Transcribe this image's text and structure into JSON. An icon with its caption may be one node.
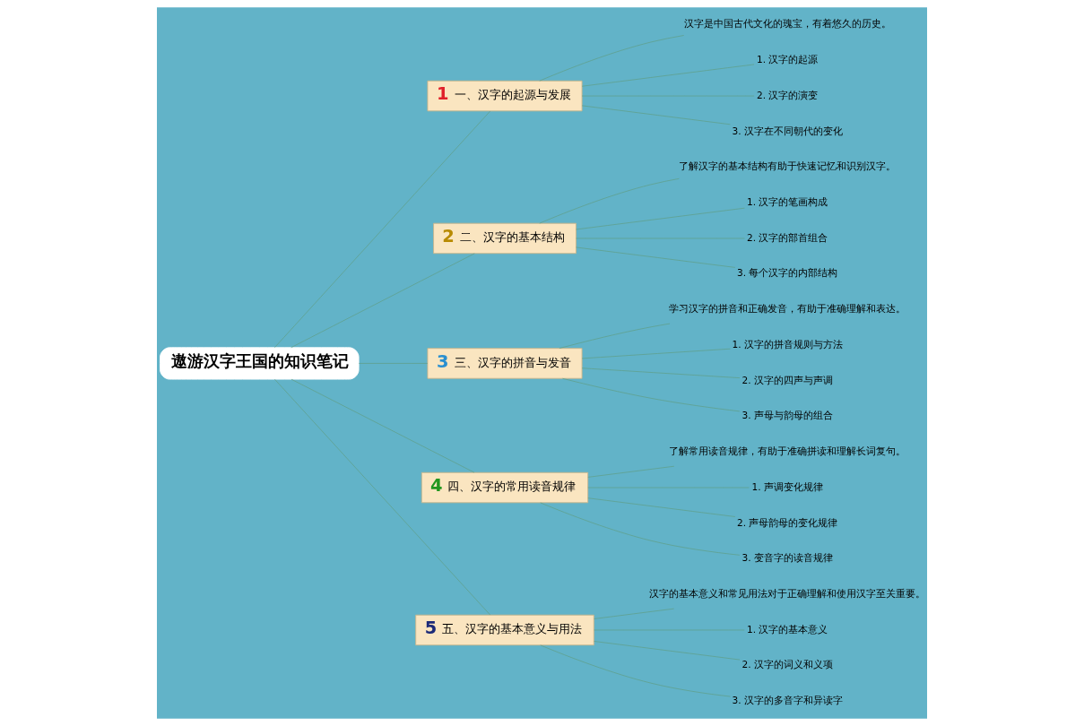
{
  "diagram": {
    "nodes": [
      {
        "text": [
          "遨游汉字王国的知识笔记"
        ]
      },
      {
        "text": [
          "1",
          "一、汉字的起源与发展"
        ]
      },
      {
        "text": [
          "汉字是中国古代文化的瑰宝，有着悠久的历史。"
        ]
      },
      {
        "text": [
          "1. 汉字的起源"
        ]
      },
      {
        "text": [
          "2. 汉字的演变"
        ]
      },
      {
        "text": [
          "3. 汉字在不同朝代的变化"
        ]
      },
      {
        "text": [
          "2",
          "二、汉字的基本结构"
        ]
      },
      {
        "text": [
          "了解汉字的基本结构有助于快速记忆和识别汉字。"
        ]
      },
      {
        "text": [
          "1. 汉字的笔画构成"
        ]
      },
      {
        "text": [
          "2. 汉字的部首组合"
        ]
      },
      {
        "text": [
          "3. 每个汉字的内部结构"
        ]
      },
      {
        "text": [
          "3",
          "三、汉字的拼音与发音"
        ]
      },
      {
        "text": [
          "学习汉字的拼音和正确发音，有助于准确理解和表达。"
        ]
      },
      {
        "text": [
          "1. 汉字的拼音规则与方法"
        ]
      },
      {
        "text": [
          "2. 汉字的四声与声调"
        ]
      },
      {
        "text": [
          "3. 声母与韵母的组合"
        ]
      },
      {
        "text": [
          "4",
          "四、汉字的常用读音规律"
        ]
      },
      {
        "text": [
          "了解常用读音规律，有助于准确拼读和理解长词复句。"
        ]
      },
      {
        "text": [
          "1. 声调变化规律"
        ]
      },
      {
        "text": [
          "2. 声母韵母的变化规律"
        ]
      },
      {
        "text": [
          "3. 变音字的读音规律"
        ]
      },
      {
        "text": [
          "5",
          "五、汉字的基本意义与用法"
        ]
      },
      {
        "text": [
          "汉字的基本意义和常见用法对于正确理解和使用汉字至关重要。"
        ]
      },
      {
        "text": [
          "1. 汉字的基本意义"
        ]
      },
      {
        "text": [
          "2. 汉字的词义和义项"
        ]
      },
      {
        "text": [
          "3. 汉字的多音字和异读字"
        ]
      }
    ],
    "edges": [
      {
        "from": 0,
        "to": 1,
        "arrow": "none"
      },
      {
        "from": 1,
        "to": 2,
        "arrow": "none"
      },
      {
        "from": 1,
        "to": 3,
        "arrow": "none"
      },
      {
        "from": 1,
        "to": 4,
        "arrow": "none"
      },
      {
        "from": 1,
        "to": 5,
        "arrow": "none"
      },
      {
        "from": 0,
        "to": 6,
        "arrow": "none"
      },
      {
        "from": 6,
        "to": 7,
        "arrow": "none"
      },
      {
        "from": 6,
        "to": 8,
        "arrow": "none"
      },
      {
        "from": 6,
        "to": 9,
        "arrow": "none"
      },
      {
        "from": 6,
        "to": 10,
        "arrow": "none"
      },
      {
        "from": 0,
        "to": 11,
        "arrow": "none"
      },
      {
        "from": 11,
        "to": 12,
        "arrow": "none"
      },
      {
        "from": 11,
        "to": 13,
        "arrow": "none"
      },
      {
        "from": 11,
        "to": 14,
        "arrow": "none"
      },
      {
        "from": 11,
        "to": 15,
        "arrow": "none"
      },
      {
        "from": 0,
        "to": 16,
        "arrow": "none"
      },
      {
        "from": 16,
        "to": 17,
        "arrow": "none"
      },
      {
        "from": 16,
        "to": 18,
        "arrow": "none"
      },
      {
        "from": 16,
        "to": 19,
        "arrow": "none"
      },
      {
        "from": 16,
        "to": 20,
        "arrow": "none"
      },
      {
        "from": 0,
        "to": 21,
        "arrow": "none"
      },
      {
        "from": 21,
        "to": 22,
        "arrow": "none"
      },
      {
        "from": 21,
        "to": 23,
        "arrow": "none"
      },
      {
        "from": 21,
        "to": 24,
        "arrow": "none"
      },
      {
        "from": 21,
        "to": 25,
        "arrow": "none"
      }
    ]
  }
}
